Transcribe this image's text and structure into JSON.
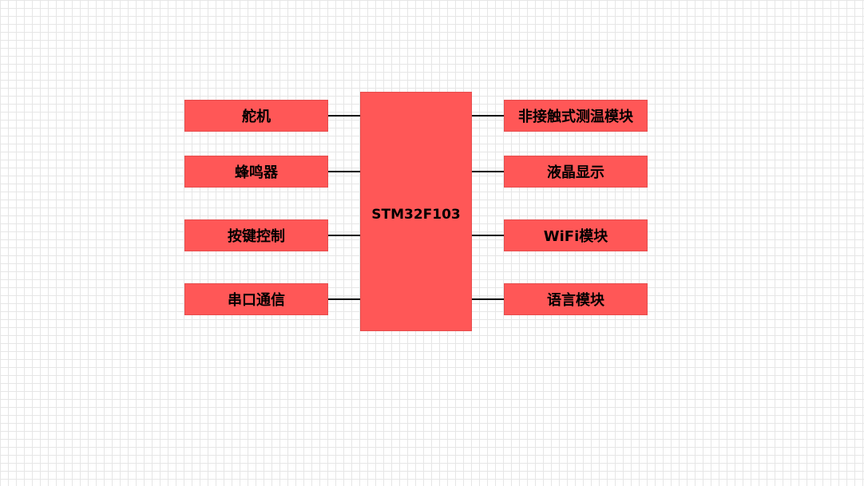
{
  "diagram": {
    "center": {
      "label": "STM32F103"
    },
    "left_modules": [
      {
        "label": "舵机"
      },
      {
        "label": "蜂鸣器"
      },
      {
        "label": "按键控制"
      },
      {
        "label": "串口通信"
      }
    ],
    "right_modules": [
      {
        "label": "非接触式测温模块"
      },
      {
        "label": "液晶显示"
      },
      {
        "label": "WiFi模块"
      },
      {
        "label": "语言模块"
      }
    ],
    "colors": {
      "block_fill": "#ff5757",
      "connector": "#000000",
      "grid": "#e6e6e6"
    }
  }
}
